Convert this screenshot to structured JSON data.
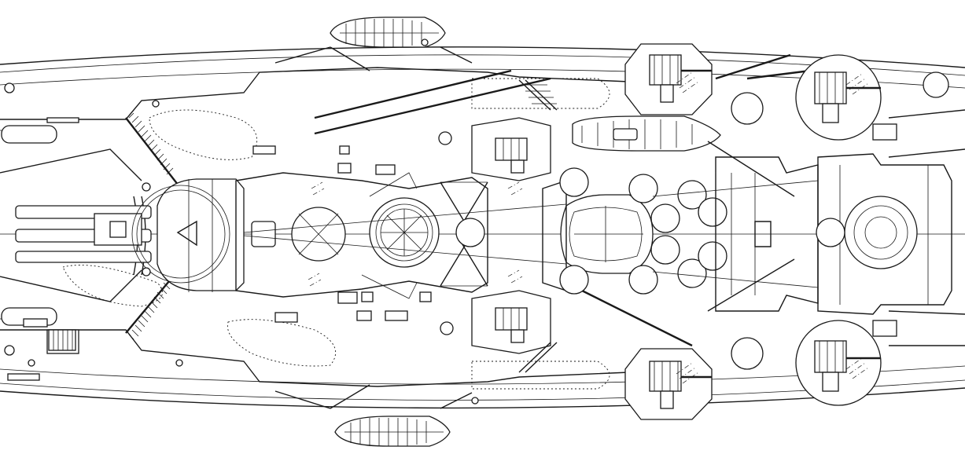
{
  "figure": {
    "caption": "",
    "components": [
      "hull",
      "deck",
      "boat",
      "main-turret",
      "bridge-tower",
      "funnel",
      "secondary-turret",
      "aa-mount",
      "rangefinder",
      "aft-superstructure",
      "catapult-rail"
    ]
  }
}
